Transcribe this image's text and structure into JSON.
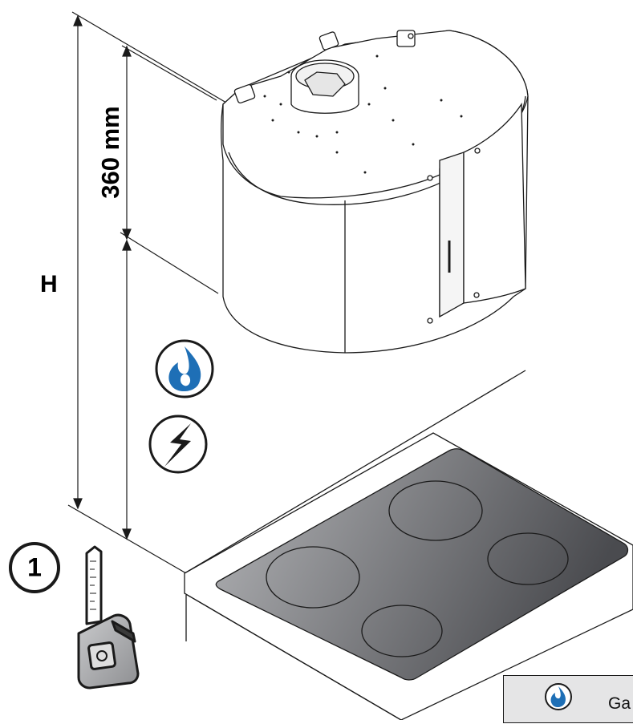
{
  "dimensions": {
    "hood_height_label": "360 mm",
    "total_height_label": "H"
  },
  "step": {
    "number": "1"
  },
  "icons": {
    "gas": "gas-flame-icon",
    "electric": "electric-bolt-icon",
    "tool": "measuring-tape-icon"
  },
  "legend": {
    "gas_label": "Ga"
  },
  "colors": {
    "gas_blue": "#1e6fb6",
    "line": "#1a1a1a",
    "hob_dark": "#4a4b4f",
    "hob_light": "#b5b6b9",
    "legend_bg": "#e5e5e6"
  }
}
